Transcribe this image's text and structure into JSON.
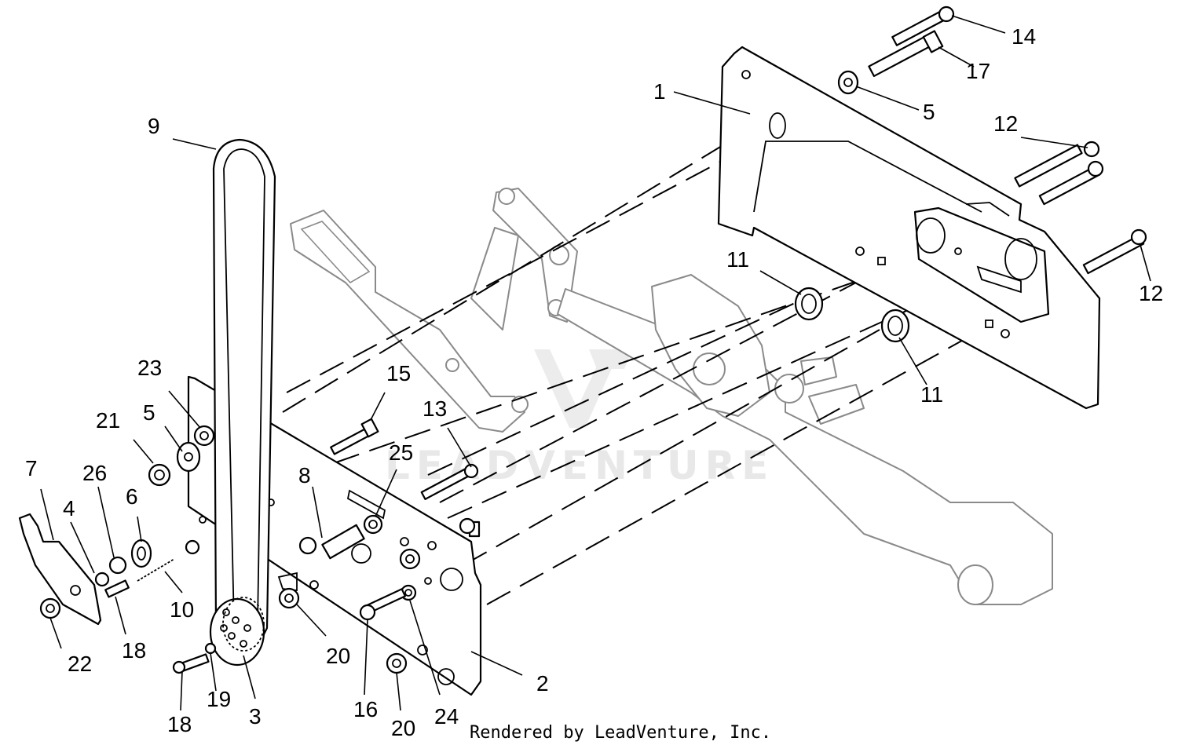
{
  "diagram": {
    "watermark": "LEADVENTURE",
    "credit": "Rendered by LeadVenture, Inc.",
    "callouts": [
      "1",
      "2",
      "3",
      "4",
      "5",
      "5",
      "6",
      "7",
      "8",
      "9",
      "10",
      "11",
      "11",
      "12",
      "12",
      "13",
      "14",
      "15",
      "16",
      "17",
      "18",
      "18",
      "19",
      "20",
      "20",
      "21",
      "22",
      "23",
      "24",
      "25",
      "26"
    ]
  }
}
